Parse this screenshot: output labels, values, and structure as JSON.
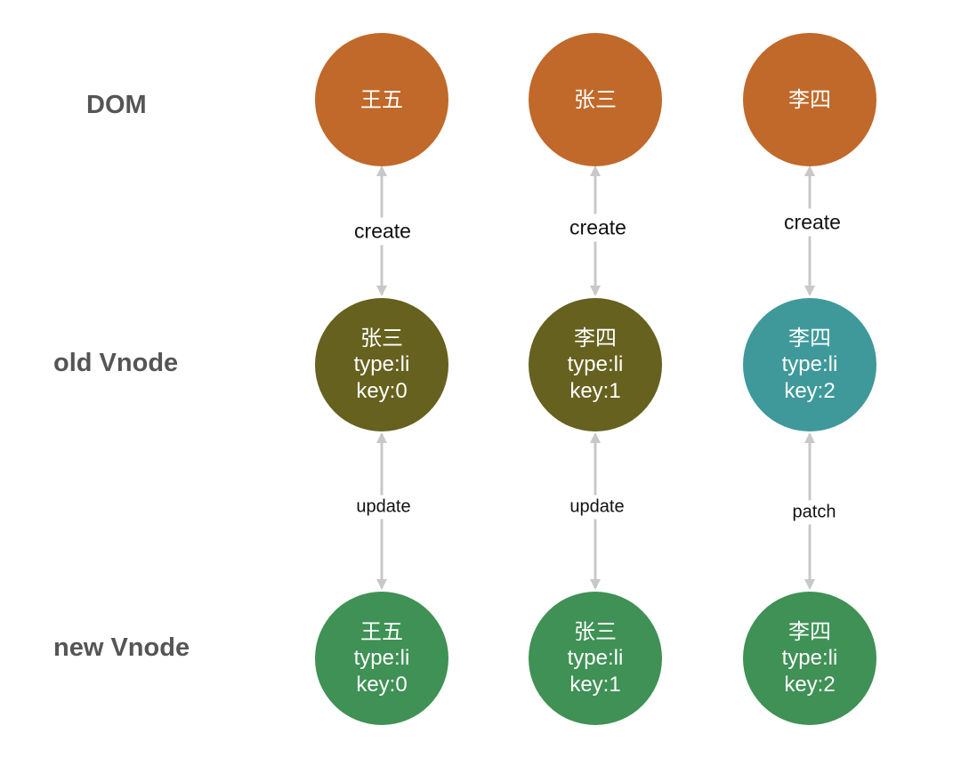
{
  "row_labels": {
    "dom": "DOM",
    "old": "old Vnode",
    "new": "new Vnode"
  },
  "colors": {
    "dom": "#C0692A",
    "old_olive": "#66611E",
    "old_teal": "#3F999A",
    "new": "#3F9155",
    "arrow": "#C8C8C8"
  },
  "dom_nodes": [
    {
      "name": "王五"
    },
    {
      "name": "张三"
    },
    {
      "name": "李四"
    }
  ],
  "old_nodes": [
    {
      "name": "张三",
      "type": "type:li",
      "key": "key:0"
    },
    {
      "name": "李四",
      "type": "type:li",
      "key": "key:1"
    },
    {
      "name": "李四",
      "type": "type:li",
      "key": "key:2"
    }
  ],
  "new_nodes": [
    {
      "name": "王五",
      "type": "type:li",
      "key": "key:0"
    },
    {
      "name": "张三",
      "type": "type:li",
      "key": "key:1"
    },
    {
      "name": "李四",
      "type": "type:li",
      "key": "key:2"
    }
  ],
  "top_edges": [
    "create",
    "create",
    "create"
  ],
  "bottom_edges": [
    "update",
    "update",
    "patch"
  ]
}
